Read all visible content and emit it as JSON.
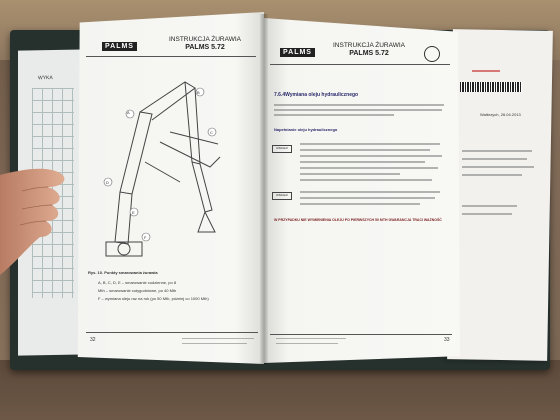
{
  "left_page": {
    "logo": "PALMS",
    "header_line1": "INSTRUKCJA ŻURAWIA",
    "header_line2": "PALMS 5.72",
    "figure_caption": "Rys. 10. Punkty smarowania żurawia",
    "caption_line1": "A, B, C, D, E – smarowanie codzienne, po 8",
    "caption_line2": "Mth – smarowanie cotygodniowe, po 40 Mth",
    "caption_line3": "F – wymiana oleju raz na rok (po 50 Mth, później co 1000 Mth)",
    "page_number": "32",
    "labels": [
      "A",
      "B",
      "C",
      "D",
      "E",
      "F"
    ]
  },
  "right_page": {
    "logo": "PALMS",
    "header_line1": "INSTRUKCJA ŻURAWIA",
    "header_line2": "PALMS 5.72",
    "section_title": "7.6.4Wymiana oleju hydraulicznego",
    "subsection": "Napełnianie oleju hydraulicznego",
    "warning_label": "UWAGA!",
    "notice_label": "UWAGA!",
    "bold_warning": "W PRZYPADKU NIE WYMIENIENIA OLEJU PO PIERWSZYCH 50 MTH GWARANCJA TRACI WAŻNOŚĆ",
    "page_number": "33"
  },
  "back_document": {
    "left_header": "WYKA",
    "right_date": "Wałbrzych, 26.04.2013"
  },
  "colors": {
    "table_wood": "#8a735e",
    "binder": "#26302c",
    "paper": "#f6f6f3",
    "heading_blue": "#2a2a6a"
  }
}
